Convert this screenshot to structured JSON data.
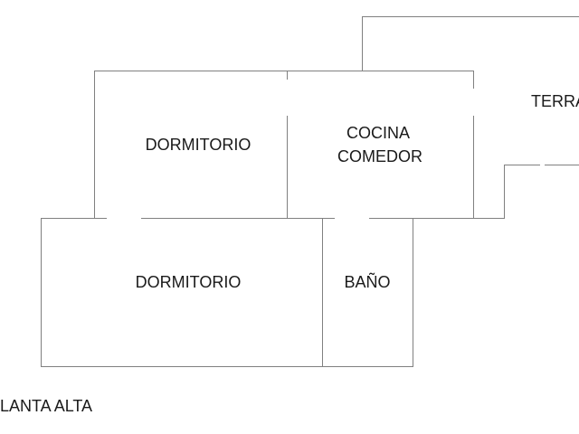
{
  "plan": {
    "rooms": {
      "bedroom_top": "DORMITORIO",
      "kitchen_line1": "COCINA",
      "kitchen_line2": "COMEDOR",
      "terrace": "TERRAZA",
      "bedroom_bottom": "DORMITORIO",
      "bathroom": "BAÑO"
    },
    "floor_label": "PLANTA ALTA"
  }
}
